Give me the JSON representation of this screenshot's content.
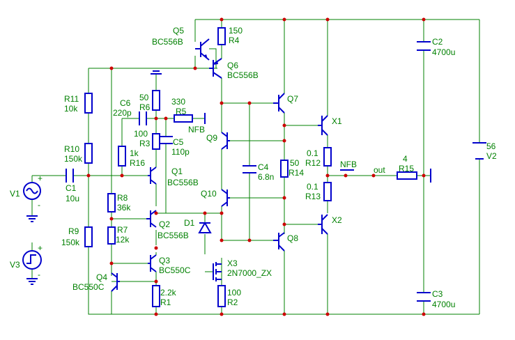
{
  "components": [
    {
      "ref": "Q5",
      "value": "BC556B"
    },
    {
      "ref": "R4",
      "value": "150"
    },
    {
      "ref": "Q6",
      "value": "BC556B"
    },
    {
      "ref": "C2",
      "value": "4700u"
    },
    {
      "ref": "R11",
      "value": "10k"
    },
    {
      "ref": "R6",
      "value": "50"
    },
    {
      "ref": "R5",
      "value": "330"
    },
    {
      "ref": "C6",
      "value": "220p"
    },
    {
      "ref": "Q7",
      "value": ""
    },
    {
      "ref": "X1",
      "value": ""
    },
    {
      "ref": "R3",
      "value": "100"
    },
    {
      "ref": "C5",
      "value": "110p"
    },
    {
      "ref": "Q9",
      "value": ""
    },
    {
      "ref": "R16",
      "value": "1k"
    },
    {
      "ref": "R10",
      "value": "150k"
    },
    {
      "ref": "R12",
      "value": "0.1"
    },
    {
      "ref": "R15",
      "value": "4"
    },
    {
      "ref": "V2",
      "value": "56"
    },
    {
      "ref": "C4",
      "value": "6.8n"
    },
    {
      "ref": "R14",
      "value": "50"
    },
    {
      "ref": "Q1",
      "value": "BC556B"
    },
    {
      "ref": "V1",
      "value": ""
    },
    {
      "ref": "C1",
      "value": "10u"
    },
    {
      "ref": "R13",
      "value": "0.1"
    },
    {
      "ref": "Q10",
      "value": ""
    },
    {
      "ref": "R8",
      "value": "36k"
    },
    {
      "ref": "D1",
      "value": ""
    },
    {
      "ref": "Q2",
      "value": "BC556B"
    },
    {
      "ref": "X2",
      "value": ""
    },
    {
      "ref": "R7",
      "value": "12k"
    },
    {
      "ref": "R9",
      "value": "150k"
    },
    {
      "ref": "Q8",
      "value": ""
    },
    {
      "ref": "V3",
      "value": ""
    },
    {
      "ref": "Q3",
      "value": "BC550C"
    },
    {
      "ref": "X3",
      "value": "2N7000_ZX"
    },
    {
      "ref": "Q4",
      "value": "BC550C"
    },
    {
      "ref": "R1",
      "value": "2.2k"
    },
    {
      "ref": "R2",
      "value": "100"
    },
    {
      "ref": "C3",
      "value": "4700u"
    }
  ],
  "net_labels": {
    "nfb_r5": "NFB",
    "nfb_out": "NFB",
    "out": "out"
  },
  "colors": {
    "wire": "#008000",
    "component": "#0000cc",
    "junction": "#cc0000",
    "background": "#ffffff"
  }
}
